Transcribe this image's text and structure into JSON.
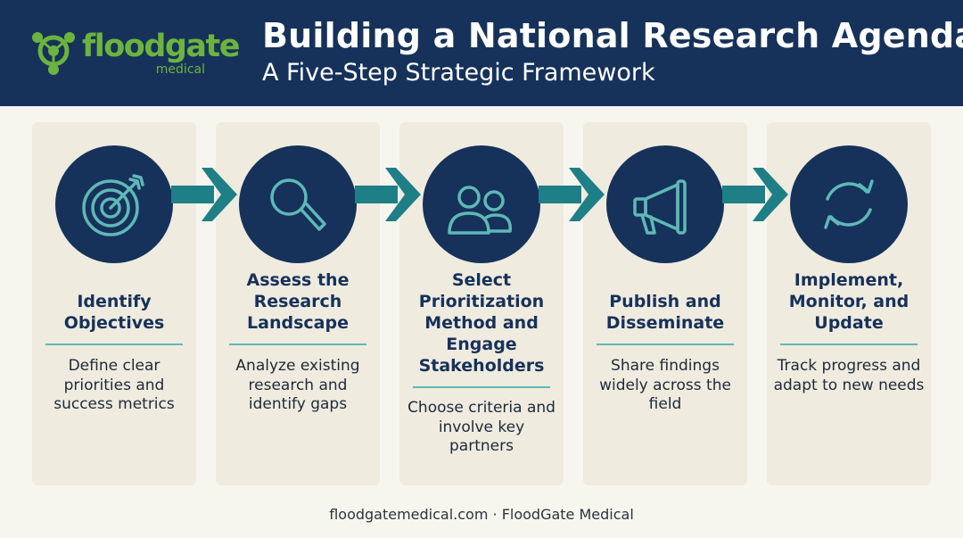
{
  "brand": {
    "logo_word": "floodgate",
    "logo_sub": "medical",
    "colors": {
      "navy": "#16325a",
      "teal": "#1e7f86",
      "green": "#6cb33f",
      "card": "#efebdf",
      "rule": "#5fb8b8"
    }
  },
  "header": {
    "title": "Building a National Research Agenda",
    "subtitle": "A Five-Step Strategic Framework"
  },
  "steps": [
    {
      "icon": "target-icon",
      "title": "Identify Objectives",
      "description": "Define clear priorities and success metrics"
    },
    {
      "icon": "magnifier-icon",
      "title": "Assess the Research Landscape",
      "description": "Analyze existing research and identify gaps"
    },
    {
      "icon": "people-icon",
      "title": "Select Prioritization Method and Engage Stakeholders",
      "description": "Choose criteria and involve key partners"
    },
    {
      "icon": "megaphone-icon",
      "title": "Publish and Disseminate",
      "description": "Share findings widely across the field"
    },
    {
      "icon": "refresh-icon",
      "title": "Implement, Monitor, and Update",
      "description": "Track progress and adapt to new needs"
    }
  ],
  "footer": {
    "text": "floodgatemedical.com · FloodGate Medical"
  }
}
